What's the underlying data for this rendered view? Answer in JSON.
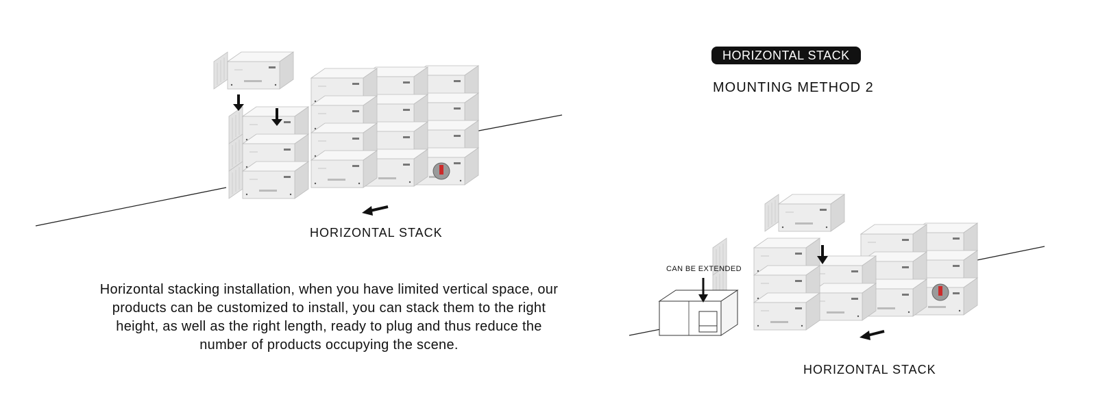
{
  "badge": {
    "label": "HORIZONTAL STACK",
    "background": "#111111",
    "color": "#ffffff"
  },
  "method_title": "MOUNTING METHOD 2",
  "captions": {
    "left_stack": "HORIZONTAL STACK",
    "right_stack": "HORIZONTAL STACK",
    "extension_note": "CAN BE EXTENDED"
  },
  "description": "Horizontal stacking installation, when you have limited vertical space, our products can be customized to install, you can stack them to the right height, as well as the right length, ready to plug and thus reduce the number of products occupying the scene.",
  "colors": {
    "module_face": "#ededed",
    "module_top": "#f7f7f7",
    "module_side": "#d8d8d8",
    "arrow": "#111111",
    "breaker_accent": "#cc2a2a"
  },
  "illustrations": {
    "left": {
      "icons": [
        "battery-module-icon",
        "down-arrow-icon",
        "left-arrow-icon",
        "breaker-switch-icon"
      ]
    },
    "right": {
      "icons": [
        "battery-module-icon",
        "outline-module-icon",
        "down-arrow-icon",
        "left-arrow-icon",
        "breaker-switch-icon"
      ]
    }
  }
}
